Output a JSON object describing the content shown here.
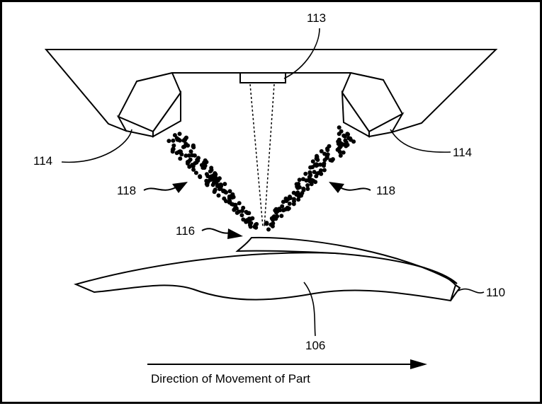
{
  "labels": {
    "nozzle_center": "113",
    "nozzle_left": "114",
    "nozzle_right": "114",
    "stream_left": "118",
    "stream_right": "118",
    "deposit": "116",
    "part_edge": "110",
    "part_body": "106"
  },
  "caption": "Direction of Movement of Part"
}
